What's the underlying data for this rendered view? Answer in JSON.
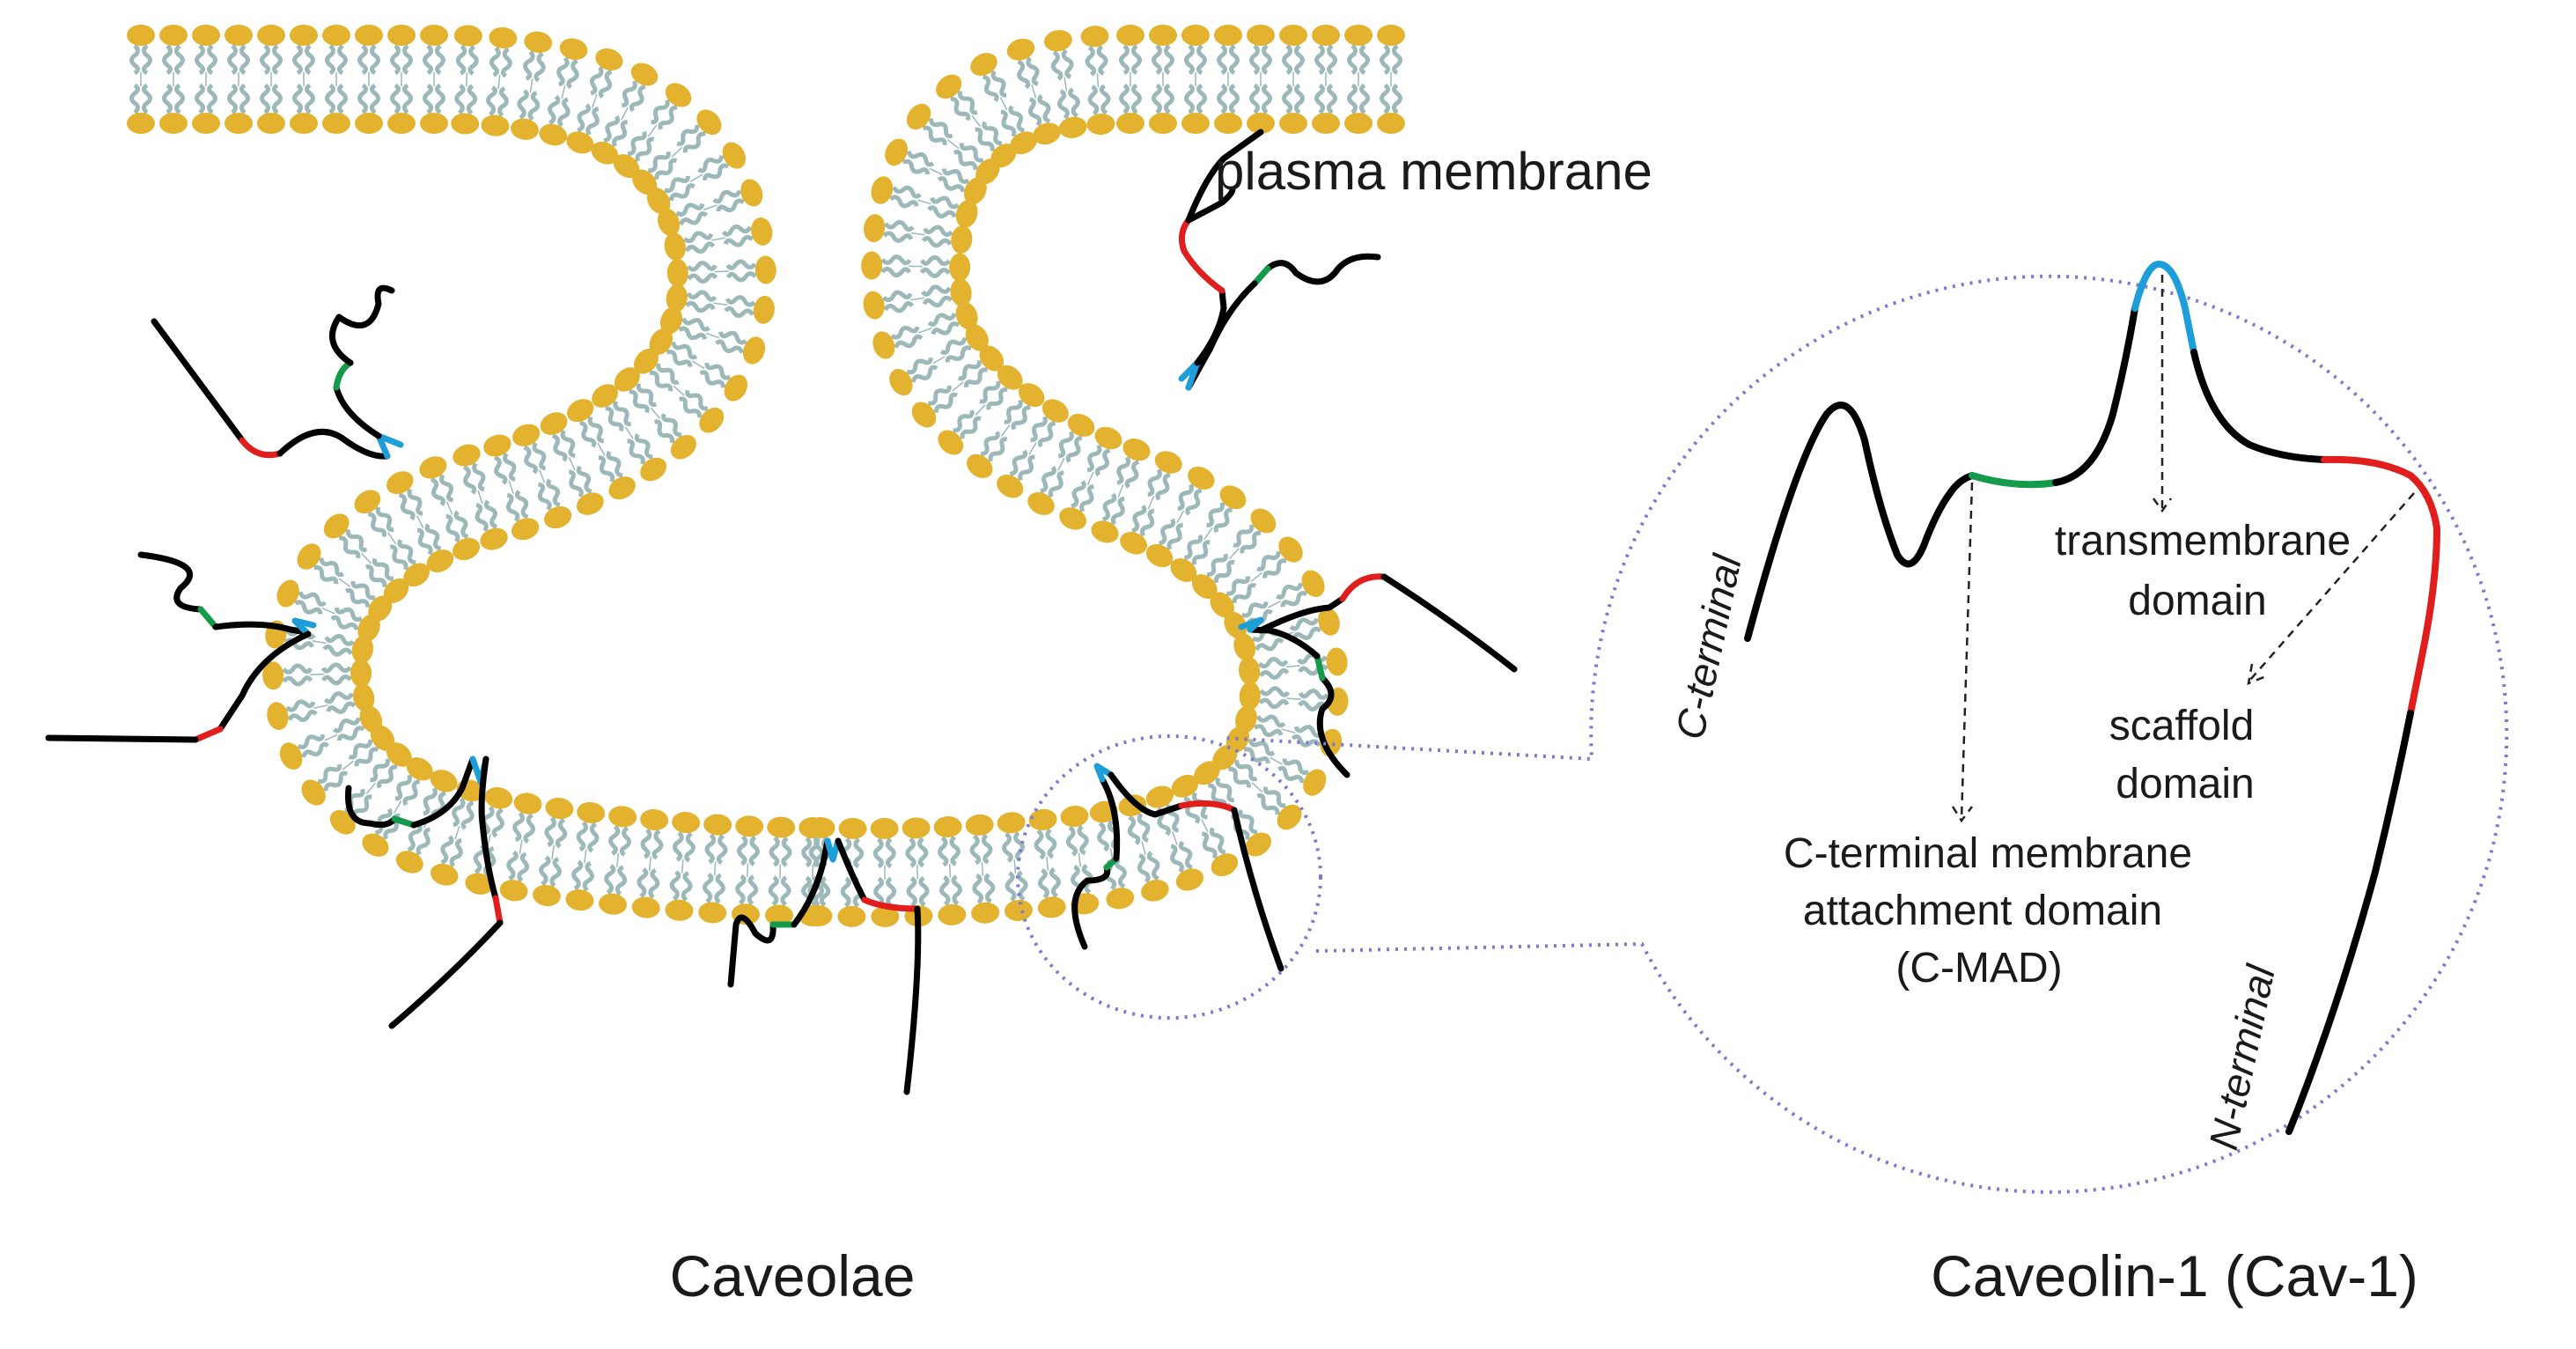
{
  "labels": {
    "plasma_membrane": "plasma membrane",
    "caveolae": "Caveolae",
    "caveolin": "Caveolin-1 (Cav-1)",
    "transmembrane_line1": "transmembrane",
    "transmembrane_line2": "domain",
    "scaffold_line1": "scaffold",
    "scaffold_line2": "domain",
    "cmad_line1": "C-terminal membrane",
    "cmad_line2": "attachment domain",
    "cmad_line3": "(C-MAD)",
    "c_terminal": "C-terminal",
    "n_terminal": "N-terminal"
  },
  "colors": {
    "lipid_head": "#E3B22E",
    "lipid_tail": "#9CB8B8",
    "protein_body": "#000000",
    "scaffold_domain": "#E01E1E",
    "transmembrane_domain": "#1E9ED8",
    "cmad_domain": "#159A4B",
    "zoom_outline": "#7A7AD0"
  }
}
